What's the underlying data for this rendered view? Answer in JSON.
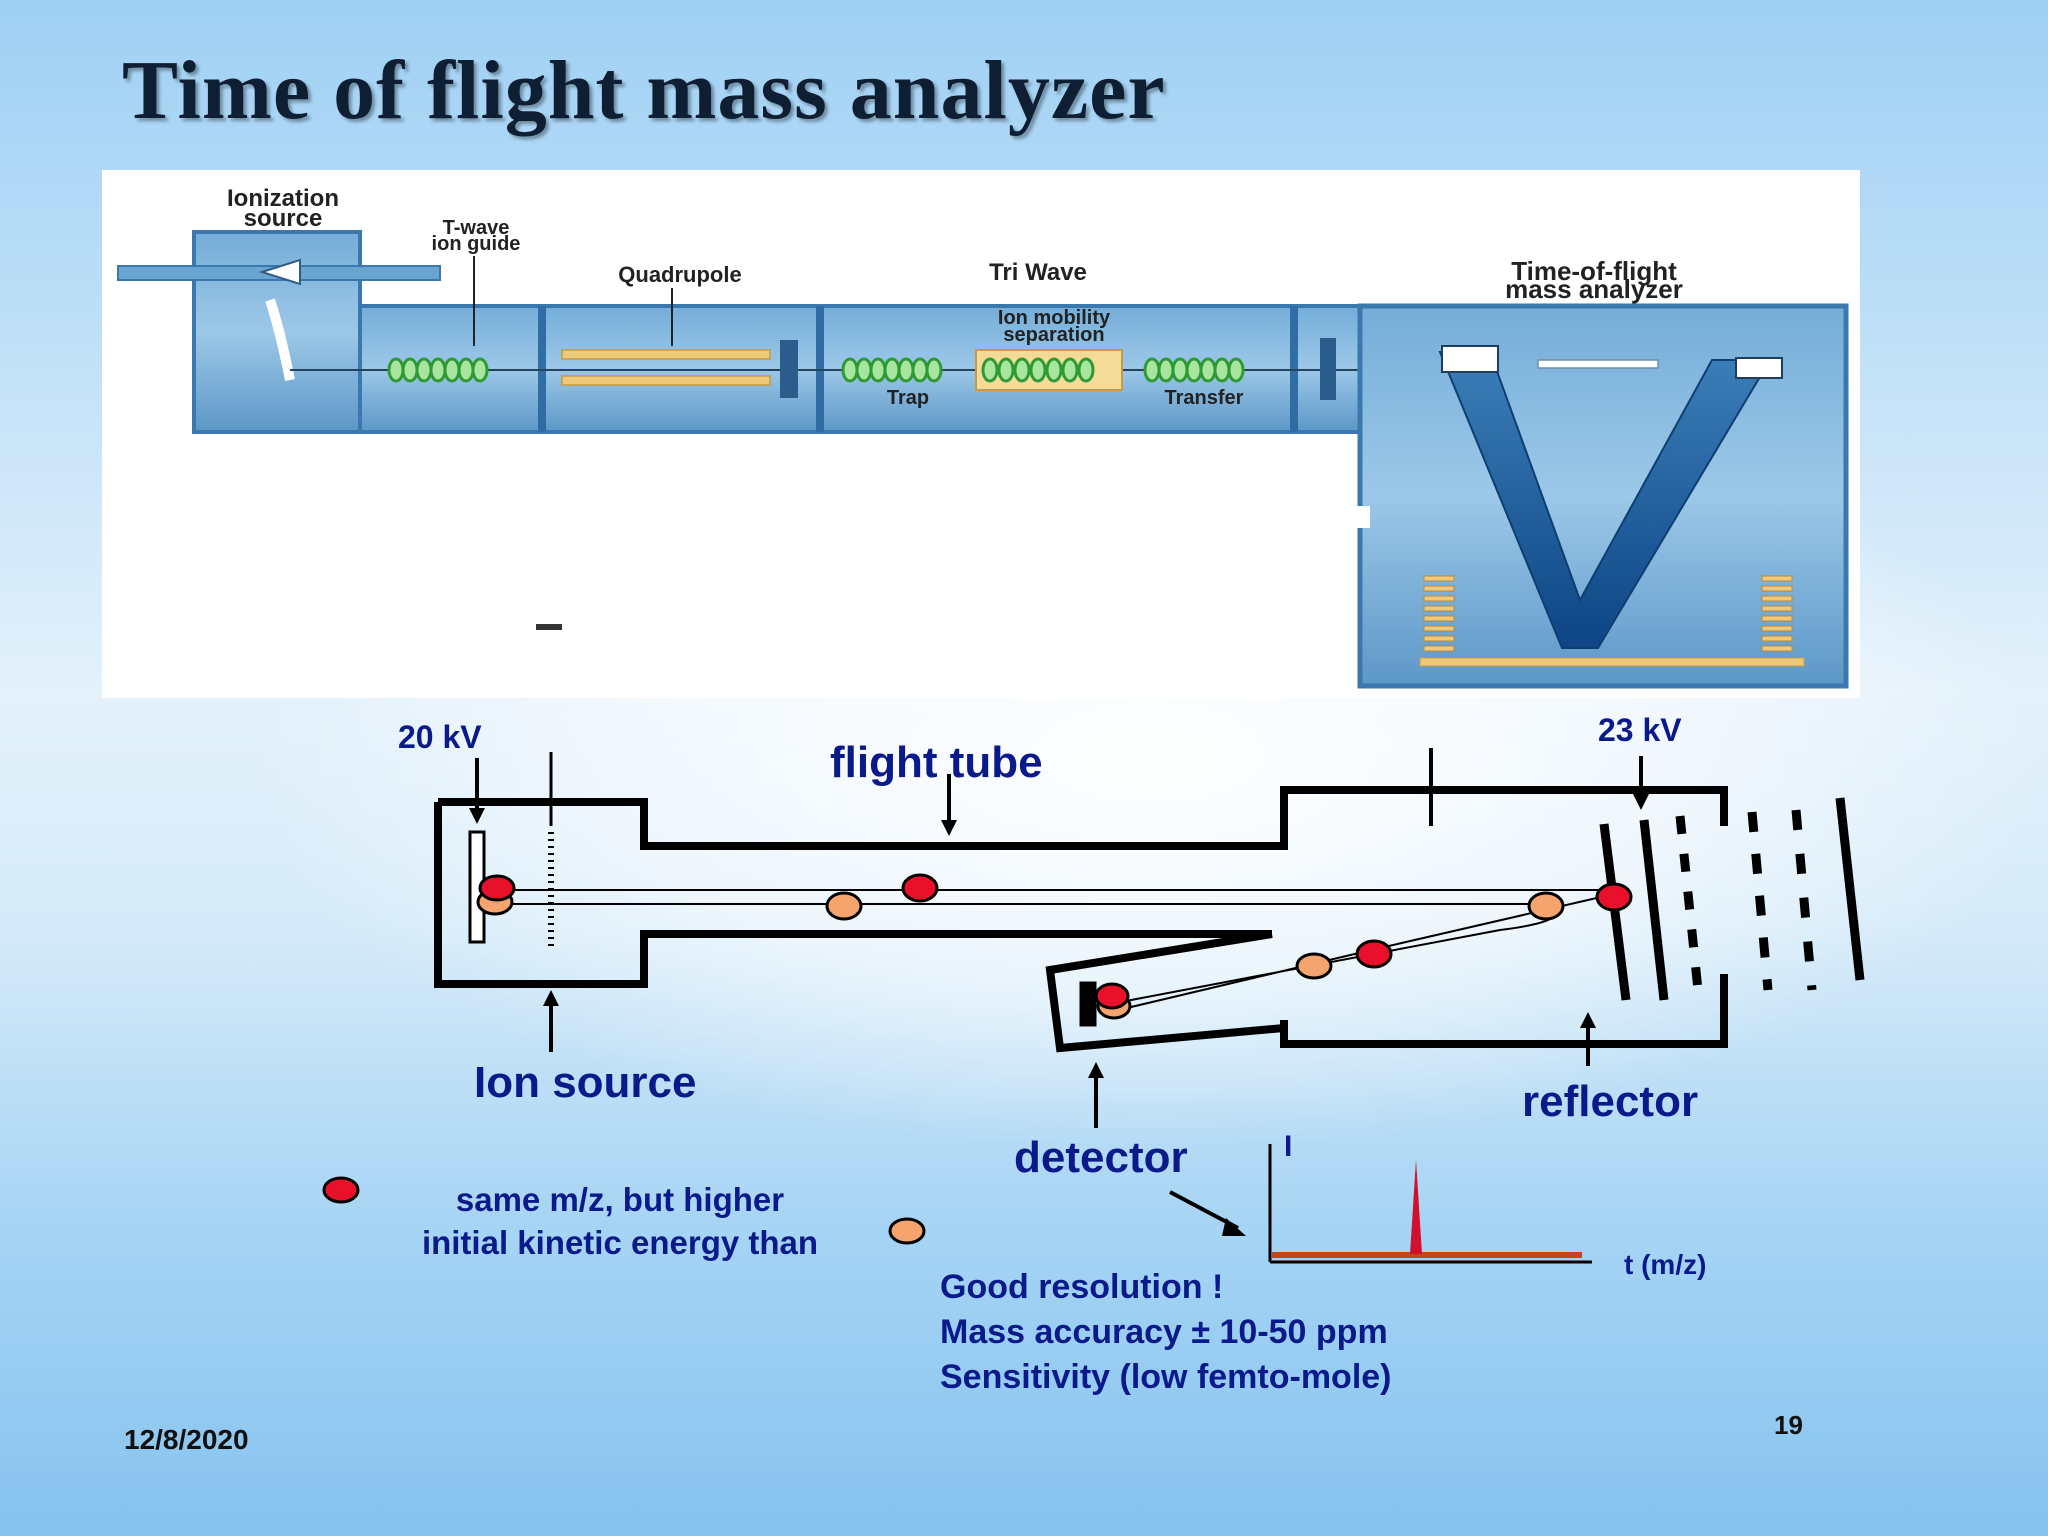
{
  "title": "Time of flight mass analyzer",
  "footer": {
    "date": "12/8/2020",
    "page": "19"
  },
  "instrument": {
    "ionization_source": [
      "Ionization",
      "source"
    ],
    "t_wave_guide": [
      "T-wave",
      "ion guide"
    ],
    "quadrupole": "Quadrupole",
    "tri_wave": "Tri Wave",
    "ion_mobility": [
      "Ion mobility",
      "separation"
    ],
    "trap": "Trap",
    "transfer": "Transfer",
    "tof_analyzer": [
      "Time-of-flight",
      "mass analyzer"
    ]
  },
  "schematic": {
    "voltage_left": "20 kV",
    "voltage_right": "23 kV",
    "flight_tube": "flight tube",
    "ion_source": "Ion source",
    "reflector": "reflector",
    "detector": "detector"
  },
  "legend": {
    "line1": "same m/z, but higher",
    "line2": "initial kinetic energy than",
    "red_ion_color": "#e8102a",
    "orange_ion_color": "#f6a46e"
  },
  "spectrum": {
    "y_label": "I",
    "x_label": "t (m/z)",
    "peak_color": "#d10f2e",
    "baseline_color": "#c0471c"
  },
  "notes": [
    "Good resolution !",
    "Mass accuracy ± 10-50 ppm",
    "Sensitivity (low femto-mole)"
  ],
  "colors": {
    "text_blue": "#0b1a8a",
    "panel_blue": "#4f93c7",
    "panel_light": "#a8cde9",
    "coil_green": "#4fc94a",
    "quad_gold": "#eec97a"
  }
}
